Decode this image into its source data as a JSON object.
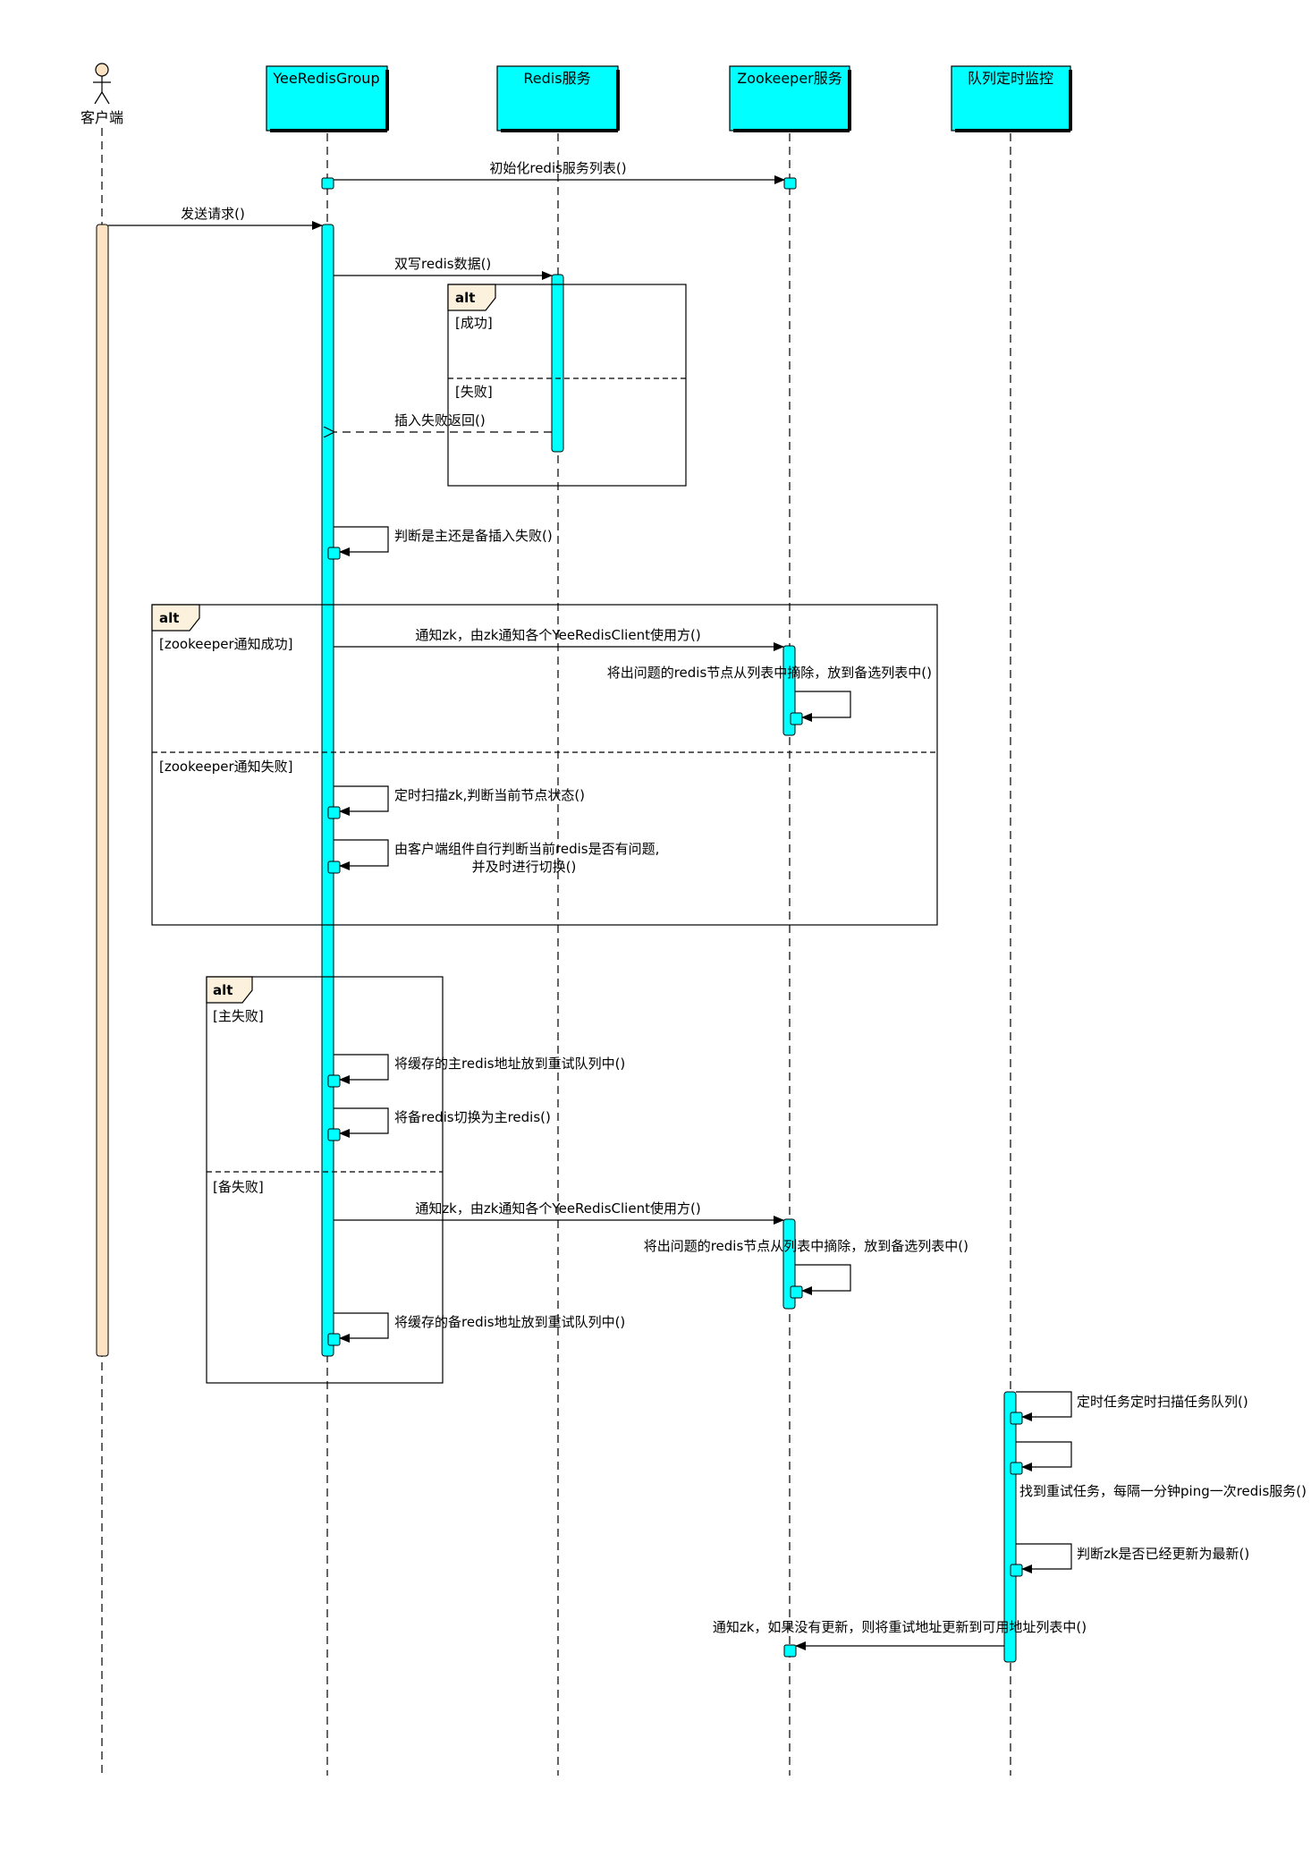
{
  "actor": {
    "label": "客户端"
  },
  "lifelines": [
    {
      "label": "YeeRedisGroup"
    },
    {
      "label": "Redis服务"
    },
    {
      "label": "Zookeeper服务"
    },
    {
      "label": "队列定时监控"
    }
  ],
  "messages": {
    "m1": "初始化redis服务列表()",
    "m2": "发送请求()",
    "m3": "双写redis数据()",
    "m4": "插入失败返回()",
    "m5": "判断是主还是备插入失败()",
    "m6": "通知zk，由zk通知各个YeeRedisClient使用方()",
    "m7": "将出问题的redis节点从列表中摘除，放到备选列表中()",
    "m8": "定时扫描zk,判断当前节点状态()",
    "m9a": "由客户端组件自行判断当前redis是否有问题,",
    "m9b": "并及时进行切换()",
    "m10": "将缓存的主redis地址放到重试队列中()",
    "m11": "将备redis切换为主redis()",
    "m12": "通知zk，由zk通知各个YeeRedisClient使用方()",
    "m13": "将出问题的redis节点从列表中摘除，放到备选列表中()",
    "m14": "将缓存的备redis地址放到重试队列中()",
    "m15": "定时任务定时扫描任务队列()",
    "m16": "找到重试任务，每隔一分钟ping一次redis服务()",
    "m17": "判断zk是否已经更新为最新()",
    "m18": "通知zk，如果没有更新，则将重试地址更新到可用地址列表中()"
  },
  "fragments": {
    "f1": {
      "operator": "alt",
      "guard1": "[成功]",
      "guard2": "[失败]"
    },
    "f2": {
      "operator": "alt",
      "guard1": "[zookeeper通知成功]",
      "guard2": "[zookeeper通知失败]"
    },
    "f3": {
      "operator": "alt",
      "guard1": "[主失败]",
      "guard2": "[备失败]"
    }
  },
  "colors": {
    "lifeline_box": "#00ffff",
    "activation": "#00ffff",
    "client_activation": "#fde3c3",
    "fragment_tab": "#fbf1dc",
    "line": "#000000"
  }
}
